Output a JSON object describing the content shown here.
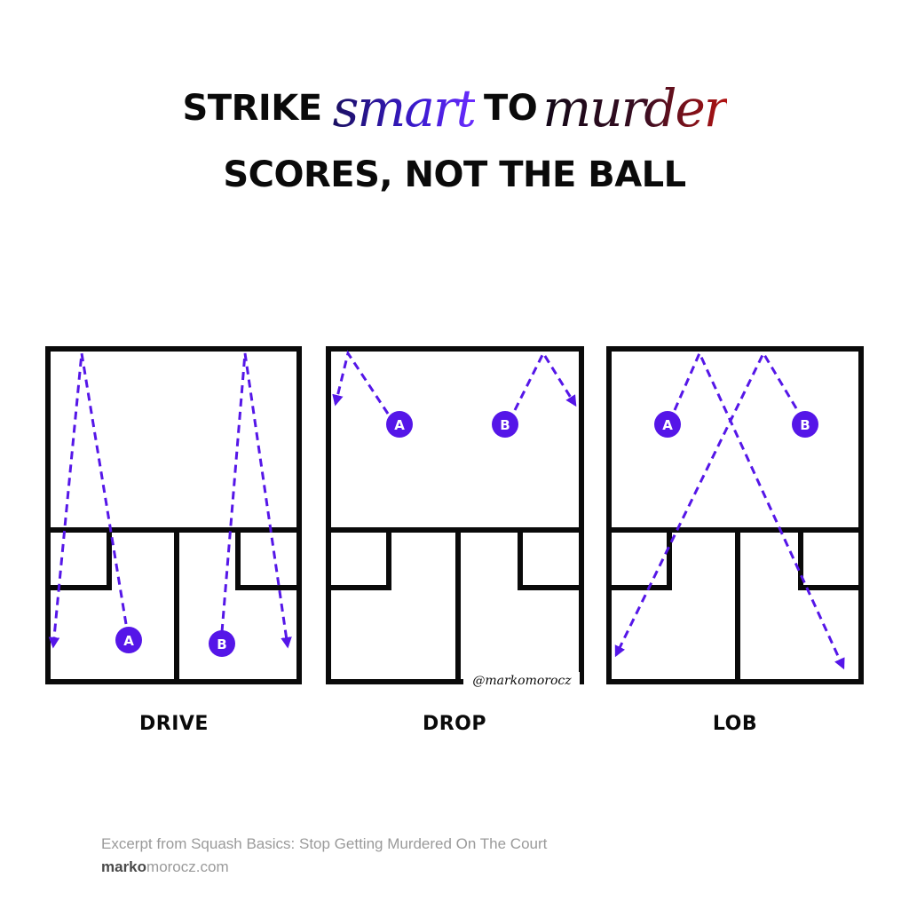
{
  "title": {
    "line1_part1": "STRIKE",
    "line1_script1": "smart",
    "line1_part2": "TO",
    "line1_script2": "murder",
    "line2": "SCORES, NOT THE BALL"
  },
  "courts": [
    {
      "label": "DRIVE",
      "markers": [
        "A",
        "B"
      ]
    },
    {
      "label": "DROP",
      "markers": [
        "A",
        "B"
      ],
      "handle": "@markomorocz"
    },
    {
      "label": "LOB",
      "markers": [
        "A",
        "B"
      ]
    }
  ],
  "footer": {
    "excerpt": "Excerpt from Squash Basics: Stop Getting Murdered On The Court",
    "site_bold": "marko",
    "site_rest": "morocz.com"
  },
  "colors": {
    "shot_line": "#5516e8",
    "marker_fill": "#5516e8",
    "court_line": "#0a0a0a"
  }
}
